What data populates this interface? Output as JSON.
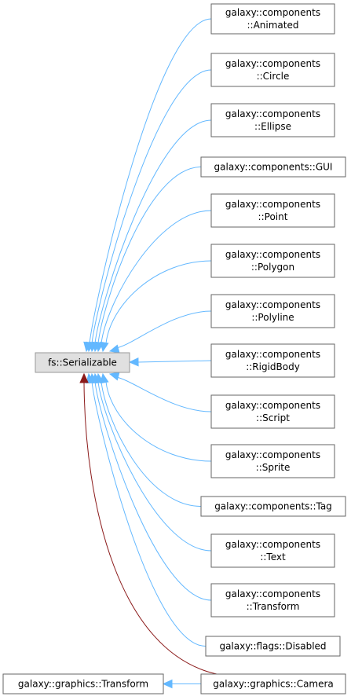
{
  "diagram": {
    "root": {
      "id": "serializable",
      "lines": [
        "fs::Serializable"
      ]
    },
    "derived": [
      {
        "id": "animated",
        "lines": [
          "galaxy::components",
          "::Animated"
        ]
      },
      {
        "id": "circle",
        "lines": [
          "galaxy::components",
          "::Circle"
        ]
      },
      {
        "id": "ellipse",
        "lines": [
          "galaxy::components",
          "::Ellipse"
        ]
      },
      {
        "id": "gui",
        "lines": [
          "galaxy::components::GUI"
        ]
      },
      {
        "id": "point",
        "lines": [
          "galaxy::components",
          "::Point"
        ]
      },
      {
        "id": "polygon",
        "lines": [
          "galaxy::components",
          "::Polygon"
        ]
      },
      {
        "id": "polyline",
        "lines": [
          "galaxy::components",
          "::Polyline"
        ]
      },
      {
        "id": "rigidbody",
        "lines": [
          "galaxy::components",
          "::RigidBody"
        ]
      },
      {
        "id": "script",
        "lines": [
          "galaxy::components",
          "::Script"
        ]
      },
      {
        "id": "sprite",
        "lines": [
          "galaxy::components",
          "::Sprite"
        ]
      },
      {
        "id": "tag",
        "lines": [
          "galaxy::components::Tag"
        ]
      },
      {
        "id": "text",
        "lines": [
          "galaxy::components",
          "::Text"
        ]
      },
      {
        "id": "transform",
        "lines": [
          "galaxy::components",
          "::Transform"
        ]
      },
      {
        "id": "disabled",
        "lines": [
          "galaxy::flags::Disabled"
        ]
      },
      {
        "id": "camera",
        "lines": [
          "galaxy::graphics::Camera"
        ]
      }
    ],
    "other_bases": [
      {
        "id": "graphics-transform",
        "lines": [
          "galaxy::graphics::Transform"
        ]
      }
    ],
    "edges": [
      {
        "from": "animated",
        "to": "serializable",
        "kind": "public"
      },
      {
        "from": "circle",
        "to": "serializable",
        "kind": "public"
      },
      {
        "from": "ellipse",
        "to": "serializable",
        "kind": "public"
      },
      {
        "from": "gui",
        "to": "serializable",
        "kind": "public"
      },
      {
        "from": "point",
        "to": "serializable",
        "kind": "public"
      },
      {
        "from": "polygon",
        "to": "serializable",
        "kind": "public"
      },
      {
        "from": "polyline",
        "to": "serializable",
        "kind": "public"
      },
      {
        "from": "rigidbody",
        "to": "serializable",
        "kind": "public"
      },
      {
        "from": "script",
        "to": "serializable",
        "kind": "public"
      },
      {
        "from": "sprite",
        "to": "serializable",
        "kind": "public"
      },
      {
        "from": "tag",
        "to": "serializable",
        "kind": "public"
      },
      {
        "from": "text",
        "to": "serializable",
        "kind": "public"
      },
      {
        "from": "transform",
        "to": "serializable",
        "kind": "public"
      },
      {
        "from": "disabled",
        "to": "serializable",
        "kind": "public"
      },
      {
        "from": "camera",
        "to": "serializable",
        "kind": "protected"
      },
      {
        "from": "camera",
        "to": "graphics-transform",
        "kind": "public"
      }
    ],
    "colors": {
      "public_edge": "#63b8ff",
      "protected_edge": "#8b1a1a",
      "root_fill": "#e0e0e0",
      "node_border": "#666666"
    }
  }
}
